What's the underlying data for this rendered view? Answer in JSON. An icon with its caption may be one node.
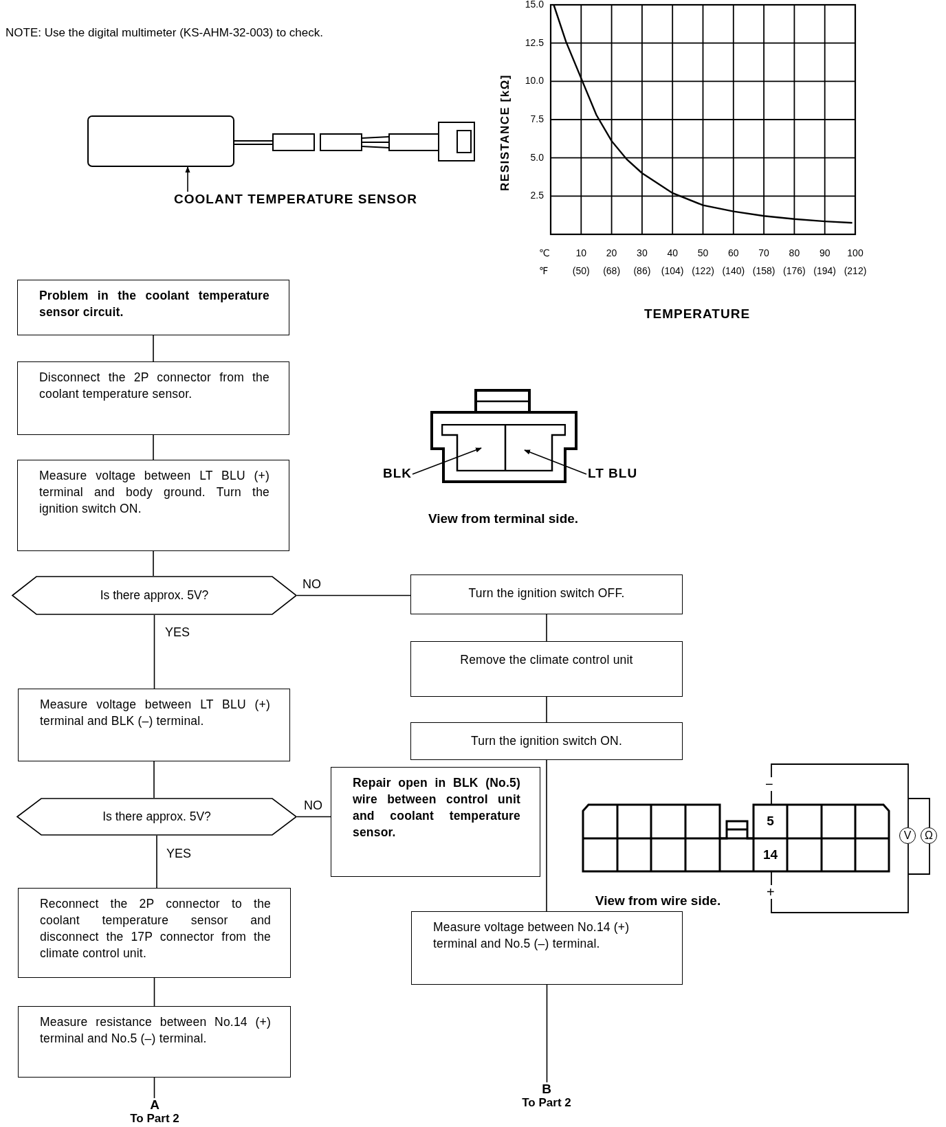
{
  "diagram": {
    "nodes": [
      {
        "text": [
          "Problem in the coolant temperature sensor circuit."
        ]
      },
      {
        "text": [
          "Disconnect the 2P connector from the coolant temperature sensor."
        ]
      },
      {
        "text": [
          "Measure voltage between LT BLU (+) terminal and body ground. Turn the ignition switch ON."
        ]
      },
      {
        "text": [
          "Is there approx. 5V?"
        ]
      },
      {
        "text": [
          "Measure voltage between LT BLU (+) terminal and BLK (–) terminal."
        ]
      },
      {
        "text": [
          "Is there approx. 5V?"
        ]
      },
      {
        "text": [
          "Reconnect the 2P connector to the coolant temperature sensor and disconnect the 17P connector from the climate control unit."
        ]
      },
      {
        "text": [
          "Measure resistance between No.14 (+) terminal and No.5 (–) terminal."
        ]
      },
      {
        "text": [
          "A",
          "To Part 2"
        ]
      },
      {
        "text": [
          "Turn the ignition switch OFF."
        ]
      },
      {
        "text": [
          "Remove the climate control unit"
        ]
      },
      {
        "text": [
          "Turn the ignition switch ON."
        ]
      },
      {
        "text": [
          "Repair open in BLK (No.5) wire between control unit and coolant temperature sensor."
        ]
      },
      {
        "text": [
          "Measure voltage between No.14 (+) terminal and No.5 (–) terminal."
        ]
      },
      {
        "text": [
          "B",
          "To Part 2"
        ]
      },
      {
        "text": [],
        "shape": "picture"
      },
      {
        "text": [
          "COOLANT TEMPERATURE SENSOR"
        ]
      },
      {
        "text": [
          "BLK"
        ]
      },
      {
        "text": [],
        "shape": "box"
      },
      {
        "text": [],
        "shape": "box"
      },
      {
        "text": [
          "LT BLU"
        ]
      }
    ],
    "edges": [
      {
        "from": 0,
        "to": 1,
        "arrow": "none"
      },
      {
        "from": 1,
        "to": 2,
        "arrow": "none"
      },
      {
        "from": 2,
        "to": 3,
        "arrow": "none"
      },
      {
        "from": 3,
        "to": 9,
        "arrow": "none",
        "label": "NO"
      },
      {
        "from": 3,
        "to": 4,
        "arrow": "none",
        "label": "YES"
      },
      {
        "from": 4,
        "to": 5,
        "arrow": "none"
      },
      {
        "from": 5,
        "to": 12,
        "arrow": "none",
        "label": "NO"
      },
      {
        "from": 5,
        "to": 6,
        "arrow": "none",
        "label": "YES"
      },
      {
        "from": 6,
        "to": 7,
        "arrow": "none"
      },
      {
        "from": 7,
        "to": 8,
        "arrow": "none"
      },
      {
        "from": 9,
        "to": 10,
        "arrow": "none"
      },
      {
        "from": 10,
        "to": 11,
        "arrow": "none"
      },
      {
        "from": 11,
        "to": 13,
        "arrow": "none"
      },
      {
        "from": 13,
        "to": 14,
        "arrow": "none"
      },
      {
        "from": 16,
        "to": 15,
        "arrow": "to"
      },
      {
        "from": 17,
        "to": 18,
        "arrow": "to"
      },
      {
        "from": 20,
        "to": 19,
        "arrow": "to"
      }
    ],
    "labels": [
      "NOTE: Use the digital multimeter (KS-AHM-32-003) to check.",
      "℃",
      "℉",
      "(50)",
      "(68)",
      "(86)",
      "(104)",
      "(122)",
      "(140)",
      "(158)",
      "(176)",
      "(194)",
      "(212)",
      "View from terminal side.",
      "−",
      "5",
      "14",
      "+",
      "V",
      "Ω",
      "View from wire side."
    ],
    "chart_data": {
      "type": "line",
      "xlabel": "TEMPERATURE",
      "ylabel": "RESISTANCE [kΩ]",
      "x": [
        1,
        5,
        10,
        15,
        20,
        25,
        30,
        40,
        50,
        60,
        70,
        80,
        90,
        99
      ],
      "values": [
        15,
        12.6,
        10.2,
        7.8,
        6.1,
        4.9,
        4.0,
        2.7,
        1.9,
        1.5,
        1.2,
        1.0,
        0.85,
        0.75
      ],
      "xlim": [
        0,
        100
      ],
      "ylim": [
        0,
        15
      ],
      "grid": true,
      "xticks": [
        10,
        20,
        30,
        40,
        50,
        60,
        70,
        80,
        90,
        100
      ],
      "yticks": [
        {
          "value": 2.5,
          "label": "2.5"
        },
        {
          "value": 5,
          "label": "5.0"
        },
        {
          "value": 7.5,
          "label": "7.5"
        },
        {
          "value": 10,
          "label": "10.0"
        },
        {
          "value": 12.5,
          "label": "12.5"
        },
        {
          "value": 15,
          "label": "15.0"
        }
      ]
    }
  }
}
